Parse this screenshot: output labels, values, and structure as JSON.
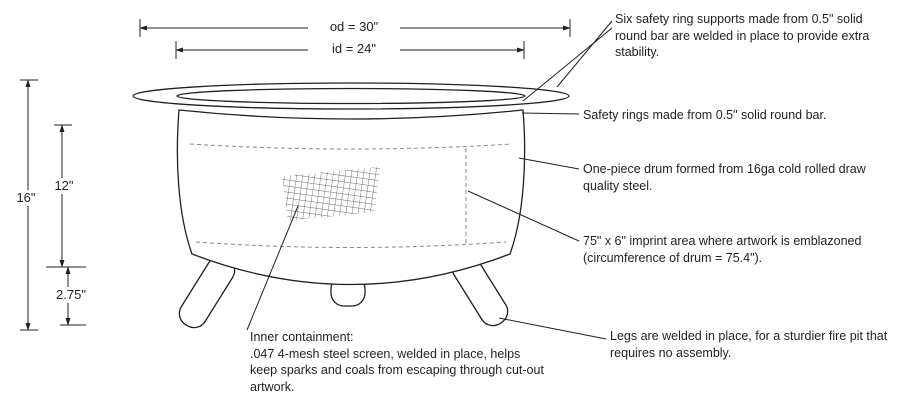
{
  "diagram": {
    "dimensions": {
      "od": "od = 30\"",
      "id": "id = 24\"",
      "overall_height": "16\"",
      "drum_height": "12\"",
      "leg_height": "2.75\""
    },
    "callouts": {
      "ring_supports": "Six safety ring supports made from 0.5\" solid round bar are welded in place to provide extra stability.",
      "safety_rings": "Safety rings made from 0.5\" solid round bar.",
      "drum": "One-piece drum formed from 16ga cold rolled draw quality steel.",
      "imprint": "75\" x 6\" imprint area where artwork is emblazoned (circumference of drum = 75.4\").",
      "legs": "Legs are welded in place, for a sturdier fire pit that requires no assembly.",
      "containment": "Inner containment:\n.047 4-mesh steel screen, welded in place, helps keep sparks and coals from escaping through cut-out artwork."
    },
    "colors": {
      "line": "#231f20",
      "dashed": "#8a8a8a",
      "background": "#ffffff"
    }
  }
}
